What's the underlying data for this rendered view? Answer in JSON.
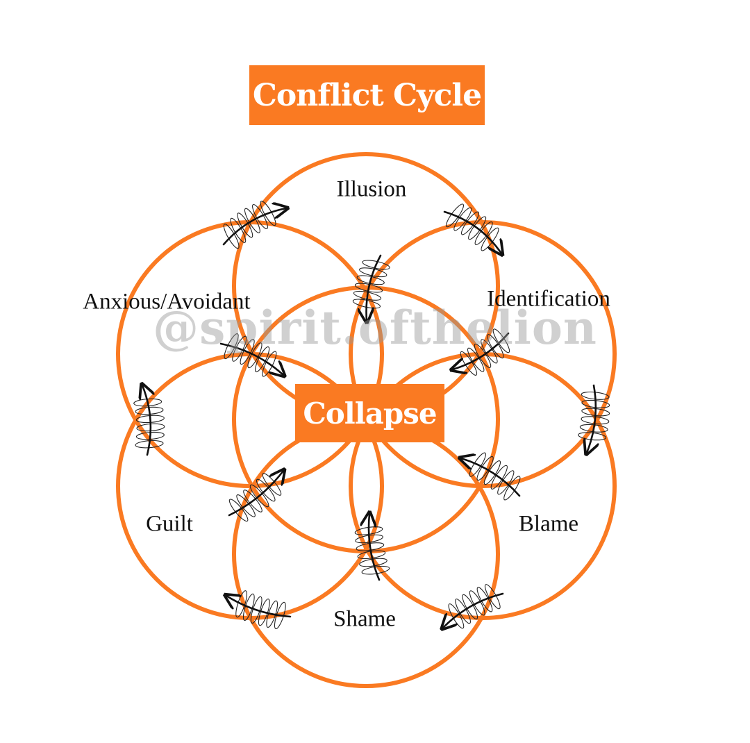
{
  "title": "Conflict Cycle",
  "center_label": "Collapse",
  "nodes": [
    "Illusion",
    "Identification",
    "Blame",
    "Shame",
    "Guilt",
    "Anxious/Avoidant"
  ],
  "watermark": "@spirit.ofthelion",
  "colors": {
    "accent": "#FA7A22",
    "box_text": "#FFFFFF",
    "label_text": "#111111",
    "arrow": "#111111"
  }
}
